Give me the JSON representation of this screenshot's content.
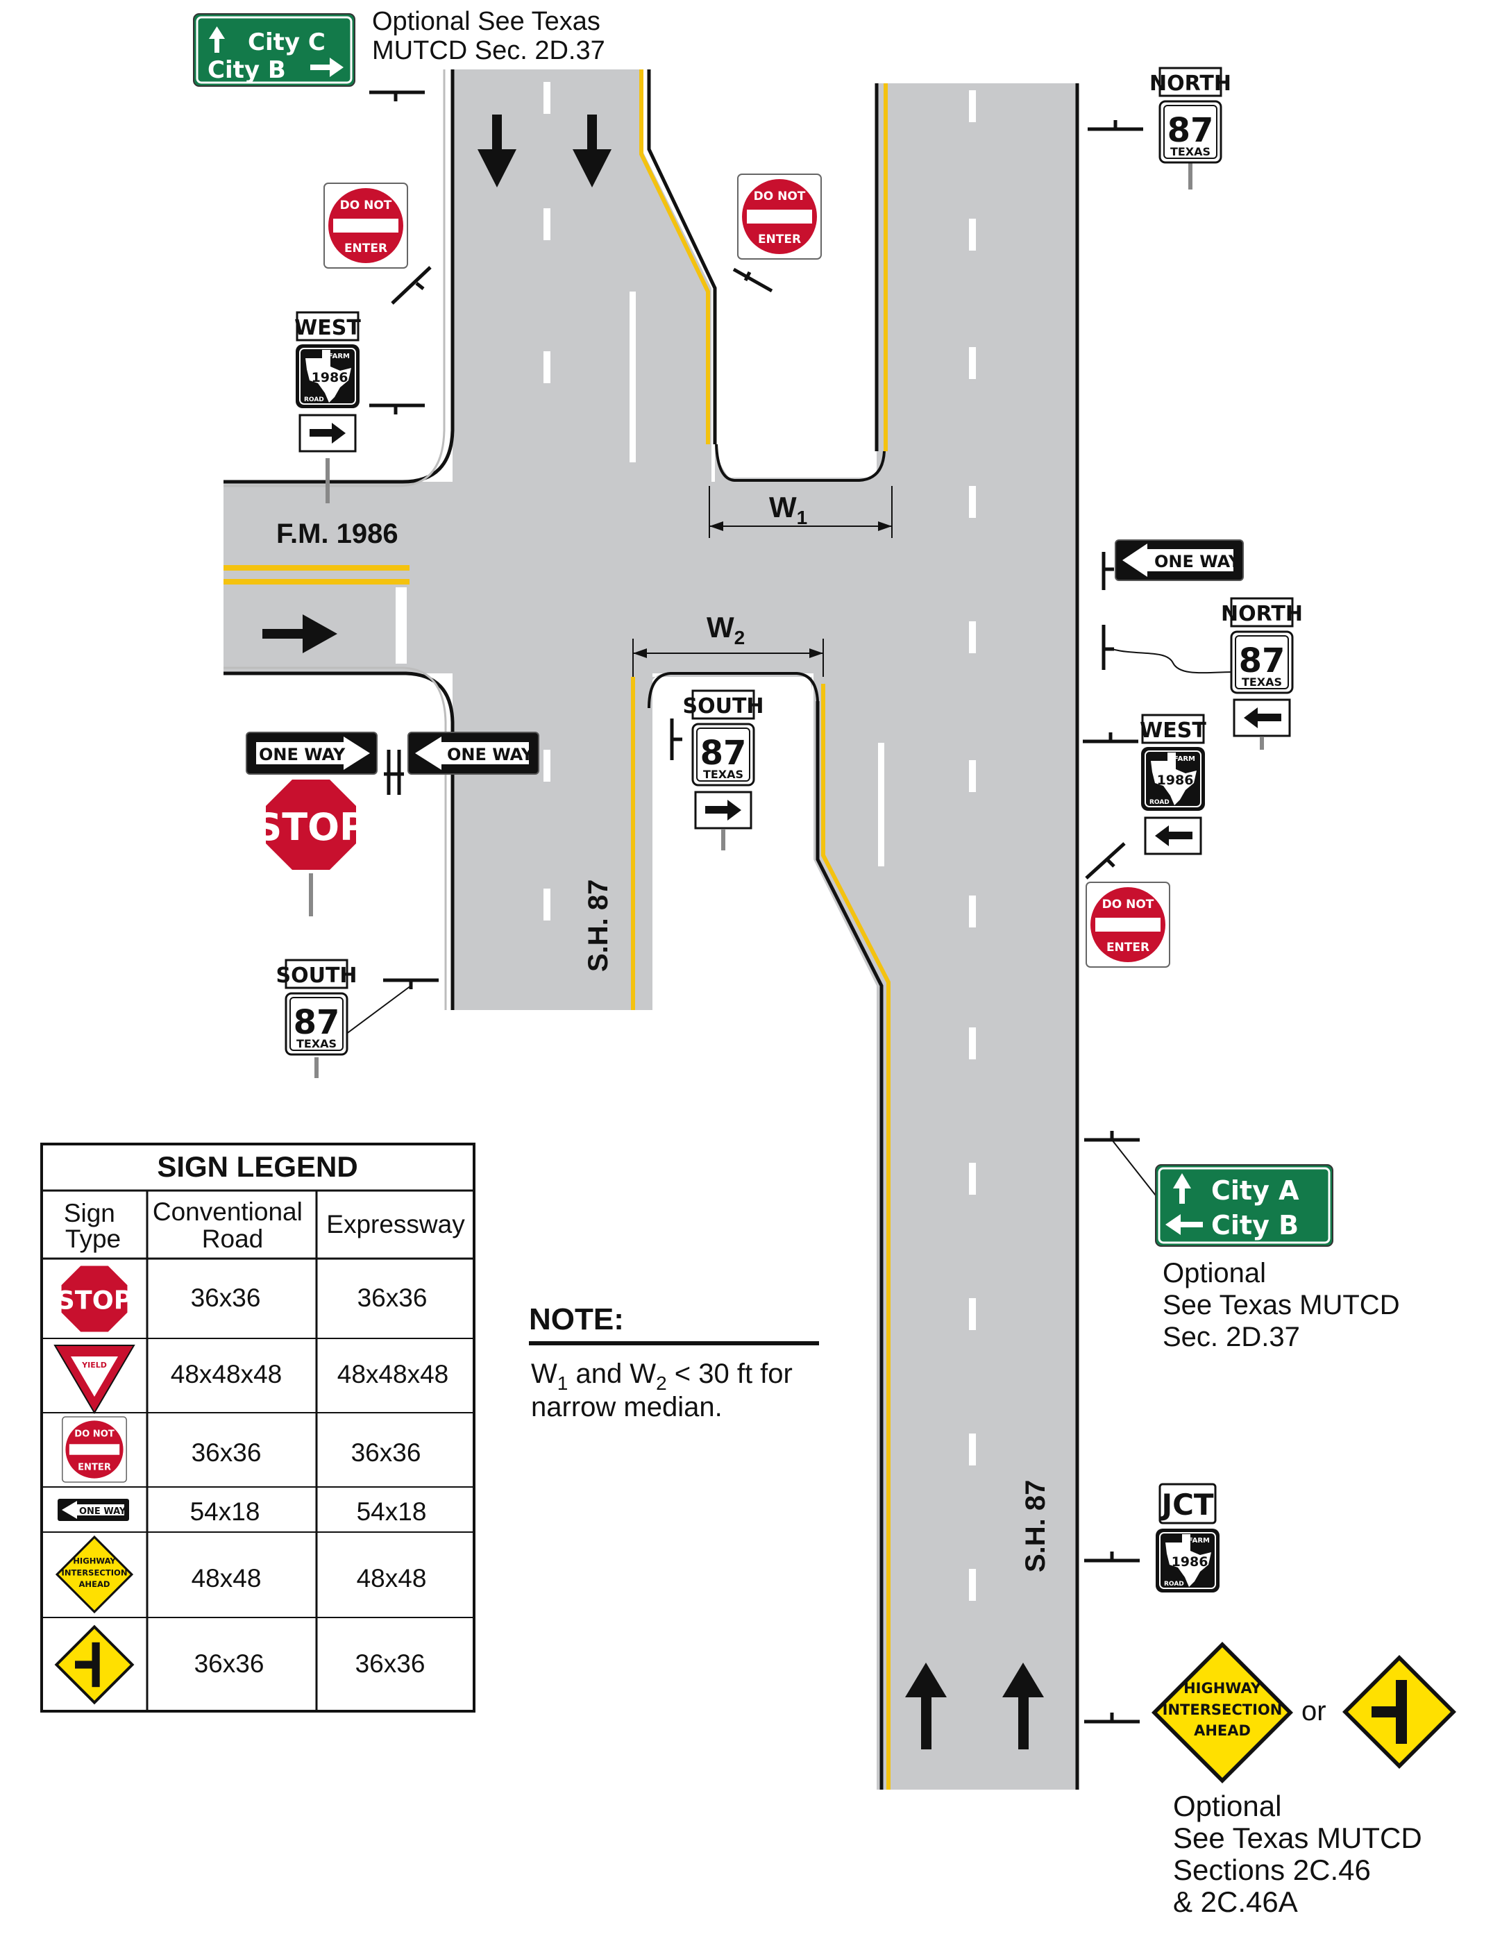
{
  "roads": {
    "fm_label": "F.M. 1986",
    "sh_label_left": "S.H. 87",
    "sh_label_right": "S.H. 87",
    "w1": "W",
    "w1_sub": "1",
    "w2": "W",
    "w2_sub": "2"
  },
  "guide_sign_top": {
    "line1": "City C",
    "line2": "City B"
  },
  "guide_sign_right": {
    "line1": "City A",
    "line2": "City B"
  },
  "notes": {
    "top_optional_1": "Optional See Texas",
    "top_optional_2": "MUTCD Sec. 2D.37",
    "right_optional_1": "Optional",
    "right_optional_2": "See Texas MUTCD",
    "right_optional_3": "Sec. 2D.37",
    "bottom_optional_1": "Optional",
    "bottom_optional_2": "See Texas MUTCD",
    "bottom_optional_3": "Sections 2C.46",
    "bottom_optional_4": "& 2C.46A",
    "or": "or"
  },
  "signs": {
    "do_not_1": "DO NOT",
    "enter": "ENTER",
    "one_way": "ONE WAY",
    "stop": "STOP",
    "yield": "YIELD",
    "north": "NORTH",
    "south": "SOUTH",
    "west": "WEST",
    "jct": "JCT",
    "route_87": "87",
    "texas": "TEXAS",
    "farm": "FARM",
    "road": "ROAD",
    "fm_number": "1986",
    "hia_1": "HIGHWAY",
    "hia_2": "INTERSECTION",
    "hia_3": "AHEAD"
  },
  "note_box": {
    "title": "NOTE:",
    "line1_a": "W",
    "line1_sub1": "1",
    "line1_b": " and W",
    "line1_sub2": "2",
    "line1_c": "  < 30 ft for",
    "line2": "narrow median."
  },
  "legend": {
    "title": "SIGN LEGEND",
    "col_type_1": "Sign",
    "col_type_2": "Type",
    "col_conv_1": "Conventional",
    "col_conv_2": "Road",
    "col_exp": "Expressway",
    "rows": [
      {
        "sign": "stop",
        "conventional": "36x36",
        "expressway": "36x36"
      },
      {
        "sign": "yield",
        "conventional": "48x48x48",
        "expressway": "48x48x48"
      },
      {
        "sign": "do-not-enter",
        "conventional": "36x36",
        "expressway": "36x36"
      },
      {
        "sign": "one-way",
        "conventional": "54x18",
        "expressway": "54x18"
      },
      {
        "sign": "highway-intersection-ahead",
        "conventional": "48x48",
        "expressway": "48x48"
      },
      {
        "sign": "side-road-intersection",
        "conventional": "36x36",
        "expressway": "36x36"
      }
    ]
  },
  "colors": {
    "pavement": "#c8c9cb",
    "yellow_line": "#f4c20f",
    "guide_green": "#137a4a",
    "regulatory_red": "#c8102e",
    "warning_yellow": "#ffe000"
  }
}
